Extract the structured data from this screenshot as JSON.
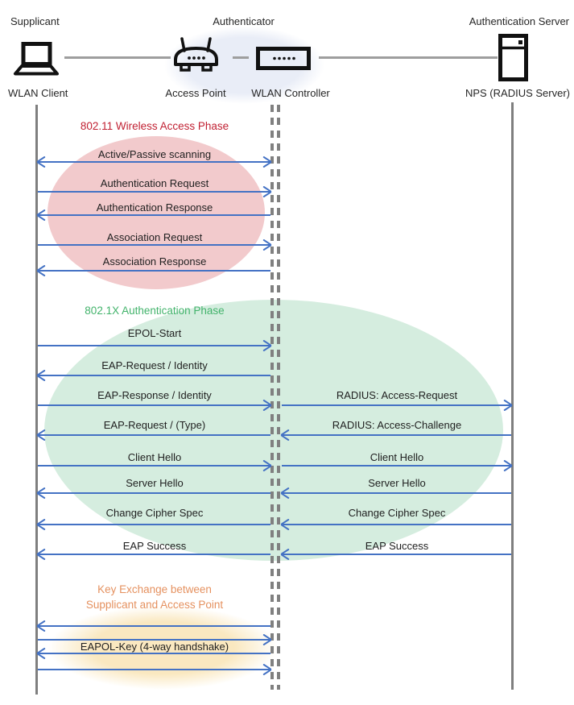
{
  "actors": {
    "roles": [
      {
        "label": "Supplicant"
      },
      {
        "label": "Authenticator"
      },
      {
        "label": "Authentication Server"
      }
    ],
    "devices": [
      {
        "label": "WLAN Client",
        "icon": "laptop-icon"
      },
      {
        "label": "Access Point",
        "icon": "access-point-icon"
      },
      {
        "label": "WLAN Controller",
        "icon": "wlan-controller-icon"
      },
      {
        "label": "NPS (RADIUS Server)",
        "icon": "server-icon"
      }
    ]
  },
  "phases": [
    {
      "title": "802.11 Wireless Access Phase",
      "title_color": "#C12133",
      "ellipse_color": "#F2CACC"
    },
    {
      "title": "802.1X Authentication Phase",
      "title_color": "#42B36B",
      "ellipse_color": "#D5EDDF"
    },
    {
      "title_line1": "Key Exchange between",
      "title_line2": "Supplicant and Access Point",
      "title_color": "#E5915F",
      "ellipse_color": "#FBE9C2"
    }
  ],
  "messages": [
    {
      "left": "Active/Passive scanning",
      "direction": "both"
    },
    {
      "left": "Authentication Request",
      "direction": "right"
    },
    {
      "left": "Authentication Response",
      "direction": "left"
    },
    {
      "left": "Association Request",
      "direction": "right"
    },
    {
      "left": "Association Response",
      "direction": "left"
    },
    {
      "left": "EPOL-Start",
      "direction": "right"
    },
    {
      "left": "EAP-Request / Identity",
      "direction": "left"
    },
    {
      "left": "EAP-Response / Identity",
      "right": "RADIUS: Access-Request",
      "direction": "right"
    },
    {
      "left": "EAP-Request / (Type)",
      "right": "RADIUS: Access-Challenge",
      "direction": "left"
    },
    {
      "left": "Client Hello",
      "right": "Client Hello",
      "direction": "right"
    },
    {
      "left": "Server Hello",
      "right": "Server Hello",
      "direction": "left"
    },
    {
      "left": "Change Cipher Spec",
      "right": "Change Cipher Spec",
      "direction": "left"
    },
    {
      "left": "EAP Success",
      "right": "EAP Success",
      "direction": "left"
    },
    {
      "left": "EAPOL-Key (4-way handshake)",
      "direction": "4-way"
    }
  ],
  "colors": {
    "arrow": "#4472C4",
    "lifeline": "#7F7F7F",
    "connector": "#9E9E9E",
    "authenticator_ellipse": "#E9EDF7"
  }
}
